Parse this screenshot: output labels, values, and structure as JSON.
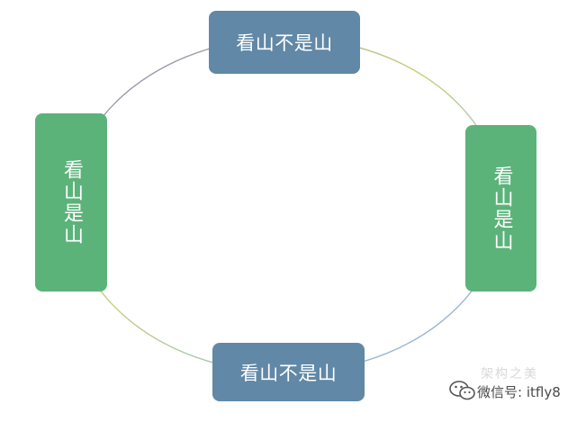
{
  "diagram": {
    "nodes": {
      "top": "看山不是山",
      "right": "看山是山",
      "bottom": "看山不是山",
      "left": "看山是山"
    },
    "colors": {
      "blue_node": "#6188a6",
      "green_node": "#5bb37a",
      "ring_gradient": [
        "#8c7fc0",
        "#c9cf7a",
        "#93c3d6",
        "#a9a0c8"
      ]
    }
  },
  "watermark": {
    "faint_text": "架构之美",
    "text": "微信号: itfly8",
    "logo_icon": "wechat-icon"
  }
}
